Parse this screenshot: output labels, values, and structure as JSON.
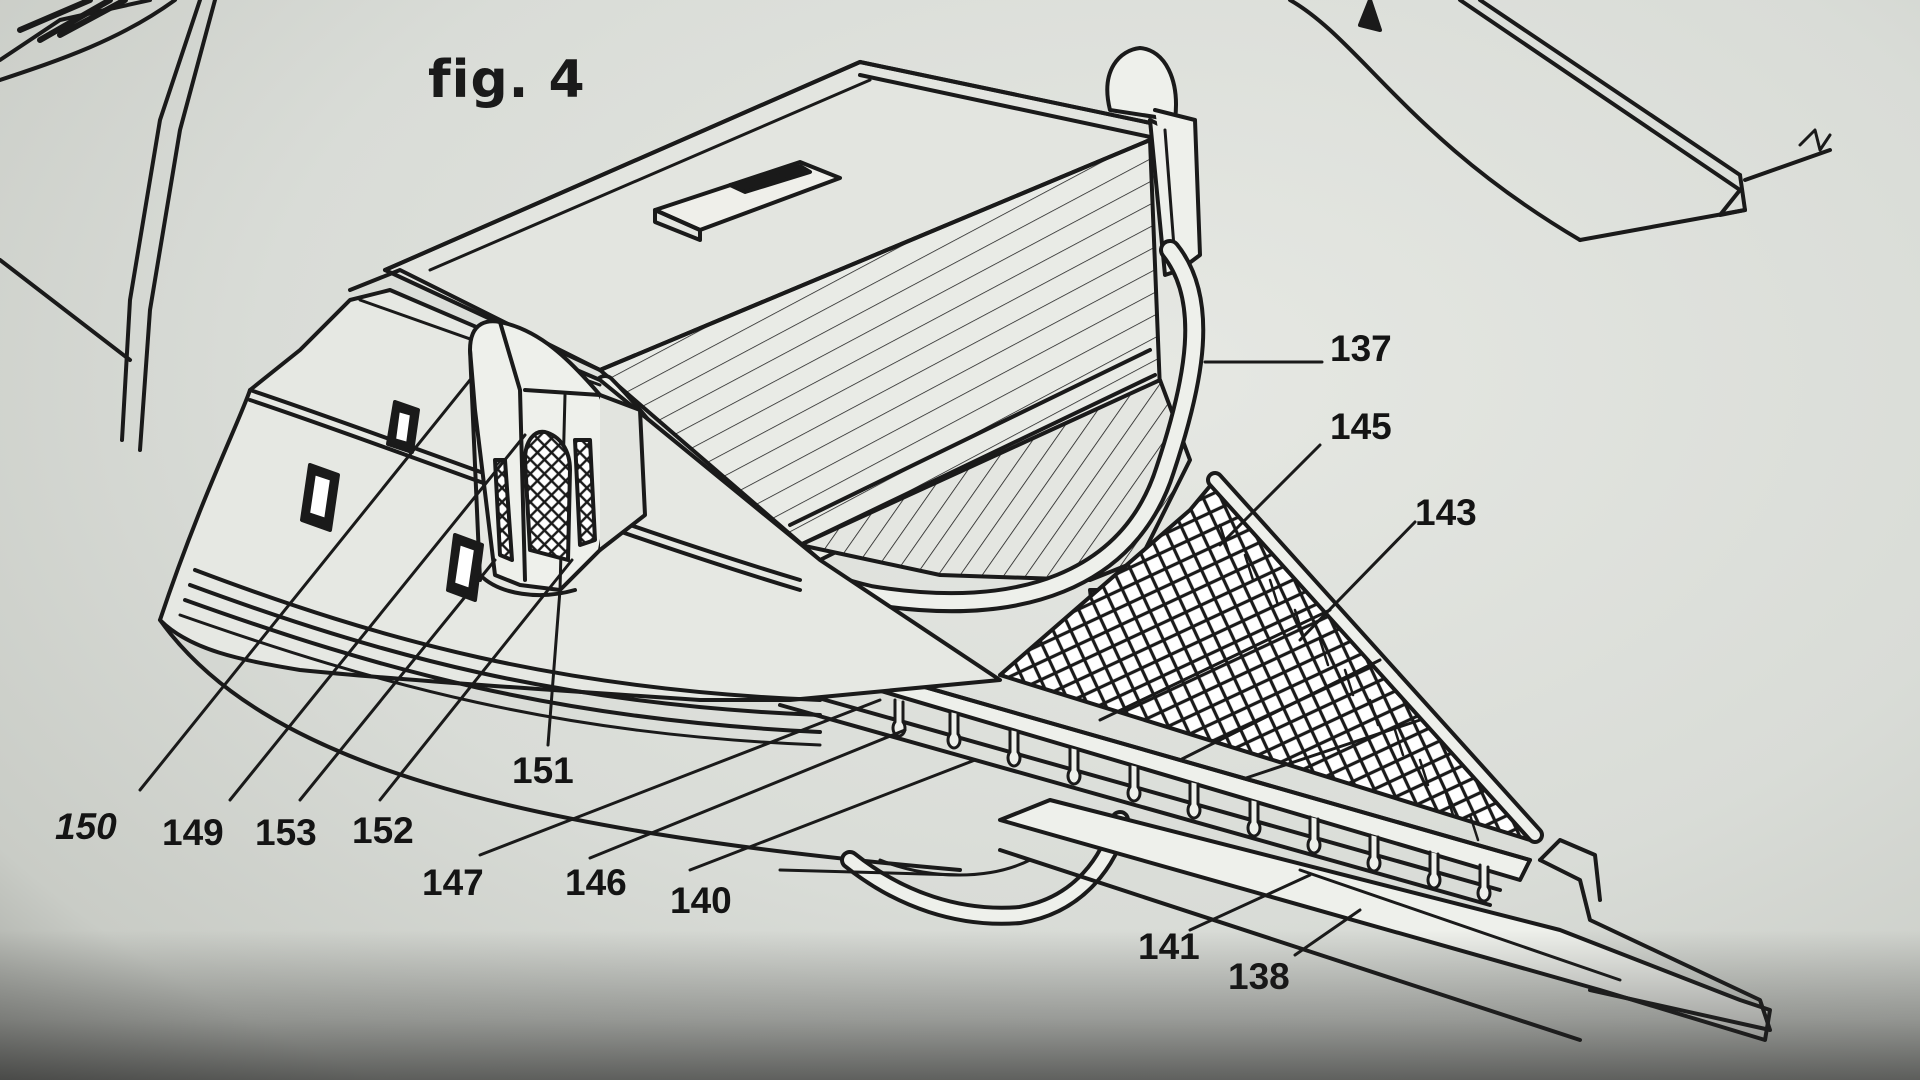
{
  "figure": {
    "title": "fig. 4"
  },
  "callouts": [
    {
      "id": "137",
      "label": "137"
    },
    {
      "id": "145",
      "label": "145"
    },
    {
      "id": "143",
      "label": "143"
    },
    {
      "id": "150",
      "label": "150"
    },
    {
      "id": "149",
      "label": "149"
    },
    {
      "id": "153",
      "label": "153"
    },
    {
      "id": "152",
      "label": "152"
    },
    {
      "id": "151",
      "label": "151"
    },
    {
      "id": "147",
      "label": "147"
    },
    {
      "id": "146",
      "label": "146"
    },
    {
      "id": "140",
      "label": "140"
    },
    {
      "id": "141",
      "label": "141"
    },
    {
      "id": "138",
      "label": "138"
    }
  ],
  "colors": {
    "paper": "#dcdfda",
    "ink": "#1a1a1a"
  }
}
